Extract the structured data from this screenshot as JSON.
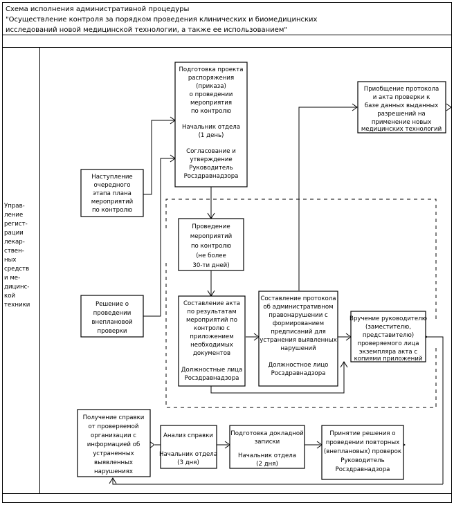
{
  "title": {
    "line1": "Схема исполнения административной процедуры",
    "line2": "\"Осуществление контроля за порядком проведения клинических и биомедицинских",
    "line3": "исследований новой медицинской технологии, а также ее использованием\""
  },
  "swimlane": {
    "name": "Управление регистрации лекарственных средств и медицинской техники",
    "lines": [
      "Управ-",
      "ление",
      "регист-",
      "рации",
      "лекар-",
      "ствен-",
      "ных",
      "средств",
      "и ме-",
      "дицинс-",
      "кой",
      "техники"
    ]
  },
  "nodes": [
    {
      "id": "prep-order",
      "name": "Подготовка проекта распоряжения (приказа) о проведении мероприятия по контролю",
      "lines": [
        "Подготовка проекта",
        "распоряжения",
        "(приказа)",
        "о проведении",
        "мероприятия",
        "по контролю",
        "",
        "Начальник отдела",
        "(1 день)",
        "",
        "Согласование и",
        "утверждение",
        "Руководитель",
        "Росздравнадзора"
      ]
    },
    {
      "id": "attach-protocol",
      "name": "Приобщение протокола и акта проверки к базе данных выданных разрешений",
      "lines": [
        "Приобщение протокола",
        "и акта проверки к",
        "базе данных выданных",
        "разрешений на",
        "применение новых",
        "медицинских технологий"
      ]
    },
    {
      "id": "plan-stage",
      "name": "Наступление очередного этапа плана мероприятий по контролю",
      "lines": [
        "Наступление",
        "очередного",
        "этапа плана",
        "мероприятий",
        "по контролю"
      ]
    },
    {
      "id": "control-event",
      "name": "Проведение мероприятий по контролю (не более 30-ти дней)",
      "lines": [
        "Проведение",
        "мероприятий",
        "по контролю",
        "(не более",
        "30-ти дней)"
      ]
    },
    {
      "id": "unplanned-decision",
      "name": "Решение о проведении внеплановой проверки",
      "lines": [
        "Решение о",
        "проведении",
        "внеплановой",
        "проверки"
      ]
    },
    {
      "id": "act-drafting",
      "name": "Составление акта по результатам мероприятий по контролю",
      "lines": [
        "Составление акта",
        "по результатам",
        "мероприятий по",
        "контролю с",
        "приложением",
        "необходимых",
        "документов",
        "",
        "Должностные лица",
        "Росздравнадзора"
      ]
    },
    {
      "id": "admin-protocol",
      "name": "Составление протокола об административном правонарушении",
      "lines": [
        "Составление протокола",
        "об административном",
        "правонарушении с",
        "формированием",
        "предписаний для",
        "устранения выявленных",
        "нарушений",
        "",
        "Должностное лицо",
        "Росздравнадзора"
      ]
    },
    {
      "id": "handover-act",
      "name": "Вручение руководителю экземпляра акта с копиями приложений",
      "lines": [
        "Вручение руководителю",
        "(заместителю,",
        "представителю)",
        "проверяемого лица",
        "экземпляра акта с",
        "копиями приложений"
      ]
    },
    {
      "id": "receive-report",
      "name": "Получение справки от проверяемой организации",
      "lines": [
        "Получение справки",
        "от проверяемой",
        "организации с",
        "информацией об",
        "устраненных",
        "выявленных",
        "нарушениях"
      ]
    },
    {
      "id": "analyze-report",
      "name": "Анализ справки",
      "lines": [
        "Анализ справки",
        "",
        "Начальник отдела",
        "(3 дня)"
      ]
    },
    {
      "id": "memo-prep",
      "name": "Подготовка докладной записки",
      "lines": [
        "Подготовка докладной",
        "записки",
        "",
        "Начальник отдела",
        "(2 дня)"
      ]
    },
    {
      "id": "repeat-decision",
      "name": "Принятие решения о проведении повторных (внеплановых) проверок",
      "lines": [
        "Принятие решения о",
        "проведении повторных",
        "(внеплановых) проверок",
        "Руководитель",
        "Росздравнадзора"
      ]
    }
  ]
}
